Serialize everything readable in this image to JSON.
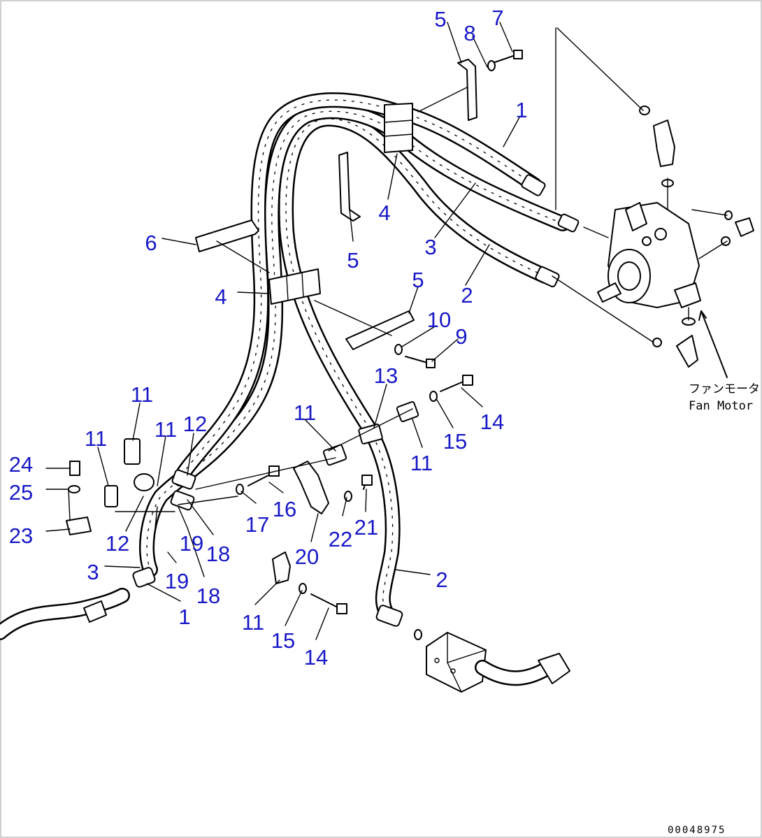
{
  "figure": {
    "motor_label_jp": "ファンモータ",
    "motor_label_en": "Fan Motor",
    "doc_number": "00048975"
  },
  "callouts": [
    {
      "n": "5"
    },
    {
      "n": "8"
    },
    {
      "n": "7"
    },
    {
      "n": "1"
    },
    {
      "n": "4"
    },
    {
      "n": "3"
    },
    {
      "n": "6"
    },
    {
      "n": "5"
    },
    {
      "n": "4"
    },
    {
      "n": "5"
    },
    {
      "n": "2"
    },
    {
      "n": "10"
    },
    {
      "n": "9"
    },
    {
      "n": "13"
    },
    {
      "n": "14"
    },
    {
      "n": "15"
    },
    {
      "n": "11"
    },
    {
      "n": "11"
    },
    {
      "n": "11"
    },
    {
      "n": "12"
    },
    {
      "n": "11"
    },
    {
      "n": "11"
    },
    {
      "n": "24"
    },
    {
      "n": "25"
    },
    {
      "n": "23"
    },
    {
      "n": "12"
    },
    {
      "n": "17"
    },
    {
      "n": "16"
    },
    {
      "n": "19"
    },
    {
      "n": "18"
    },
    {
      "n": "3"
    },
    {
      "n": "19"
    },
    {
      "n": "18"
    },
    {
      "n": "1"
    },
    {
      "n": "20"
    },
    {
      "n": "22"
    },
    {
      "n": "21"
    },
    {
      "n": "2"
    },
    {
      "n": "11"
    },
    {
      "n": "15"
    },
    {
      "n": "14"
    }
  ]
}
